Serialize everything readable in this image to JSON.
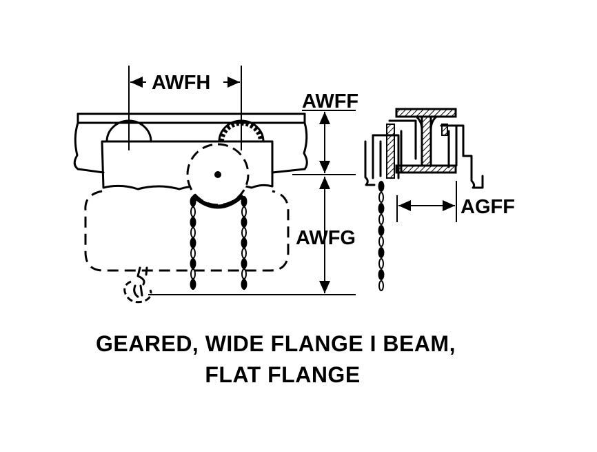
{
  "dimensions": {
    "awfh": "AWFH",
    "awff": "AWFF",
    "awfg": "AWFG",
    "agff": "AGFF"
  },
  "caption": {
    "line1": "GEARED, WIDE FLANGE I BEAM,",
    "line2": "FLAT FLANGE"
  }
}
